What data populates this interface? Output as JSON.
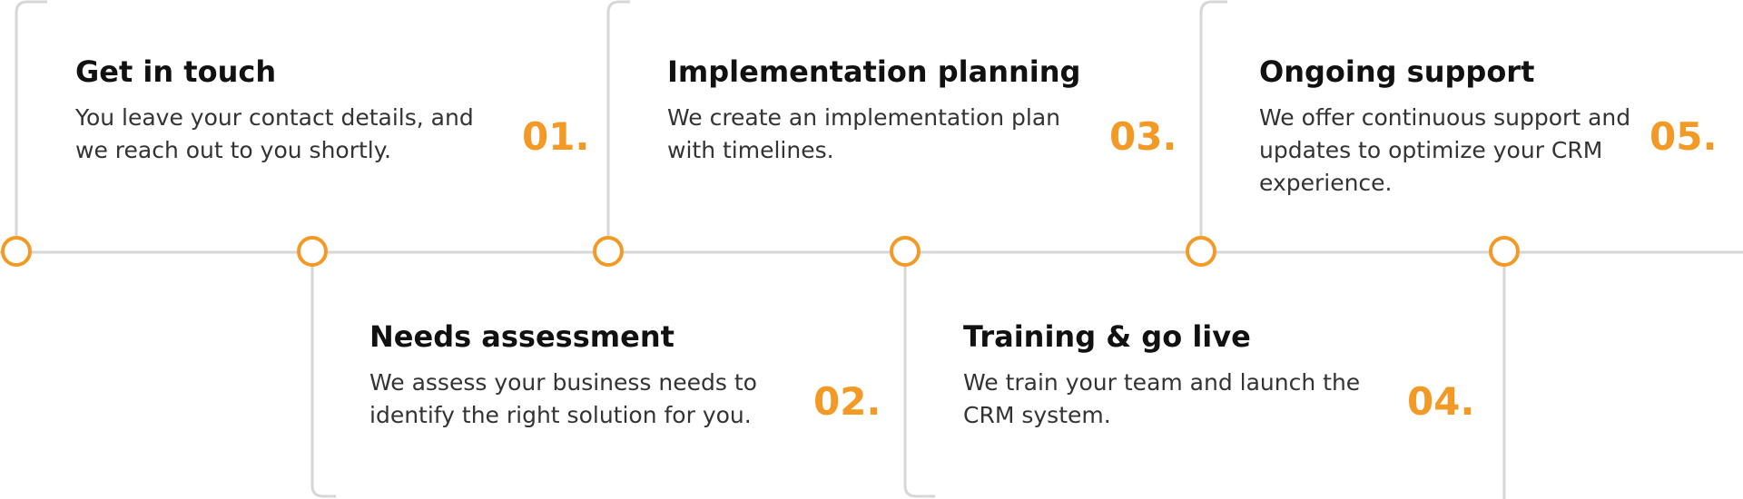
{
  "accent_color": "#f39a26",
  "line_color": "#d6d6d6",
  "steps": [
    {
      "number": "01.",
      "title": "Get in touch",
      "description": "You leave your contact details, and we reach out to you shortly."
    },
    {
      "number": "02.",
      "title": "Needs assessment",
      "description": "We assess your business needs to identify the right solution for you."
    },
    {
      "number": "03.",
      "title": "Implementation planning",
      "description": "We create an implementation plan with timelines."
    },
    {
      "number": "04.",
      "title": "Training & go live",
      "description": "We train your team and launch the CRM system."
    },
    {
      "number": "05.",
      "title": "Ongoing support",
      "description": "We offer continuous support and updates to optimize your CRM experience."
    }
  ]
}
